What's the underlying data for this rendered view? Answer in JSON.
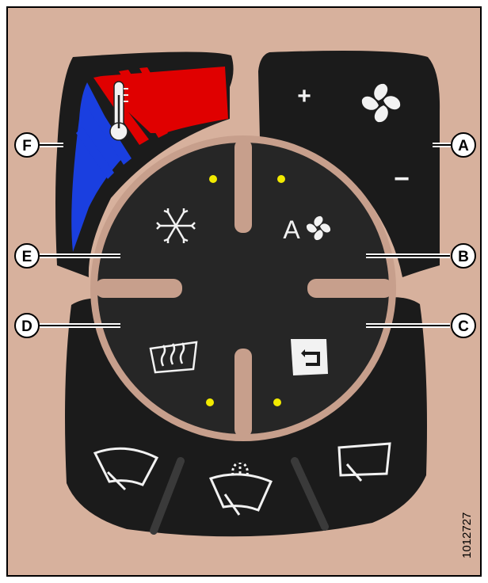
{
  "callouts": {
    "a": "A",
    "b": "B",
    "c": "C",
    "d": "D",
    "e": "E",
    "f": "F"
  },
  "controls": {
    "fan_plus": "+",
    "fan_minus": "−",
    "auto_fan_letter": "A"
  },
  "figure_number": "1012727",
  "colors": {
    "background": "#d7b19d",
    "panel": "#1b1b1b",
    "dial": "#232323",
    "ring": "#c79f8c",
    "hot": "#e00000",
    "cold": "#1a3fe0",
    "indicator": "#f2ea00",
    "icon": "#f2f2f2"
  },
  "icons": [
    "thermometer-icon",
    "fan-icon",
    "snowflake-icon",
    "auto-fan-icon",
    "rear-defrost-icon",
    "recirculation-icon",
    "wiper-icon",
    "washer-icon",
    "intermittent-wiper-icon"
  ]
}
